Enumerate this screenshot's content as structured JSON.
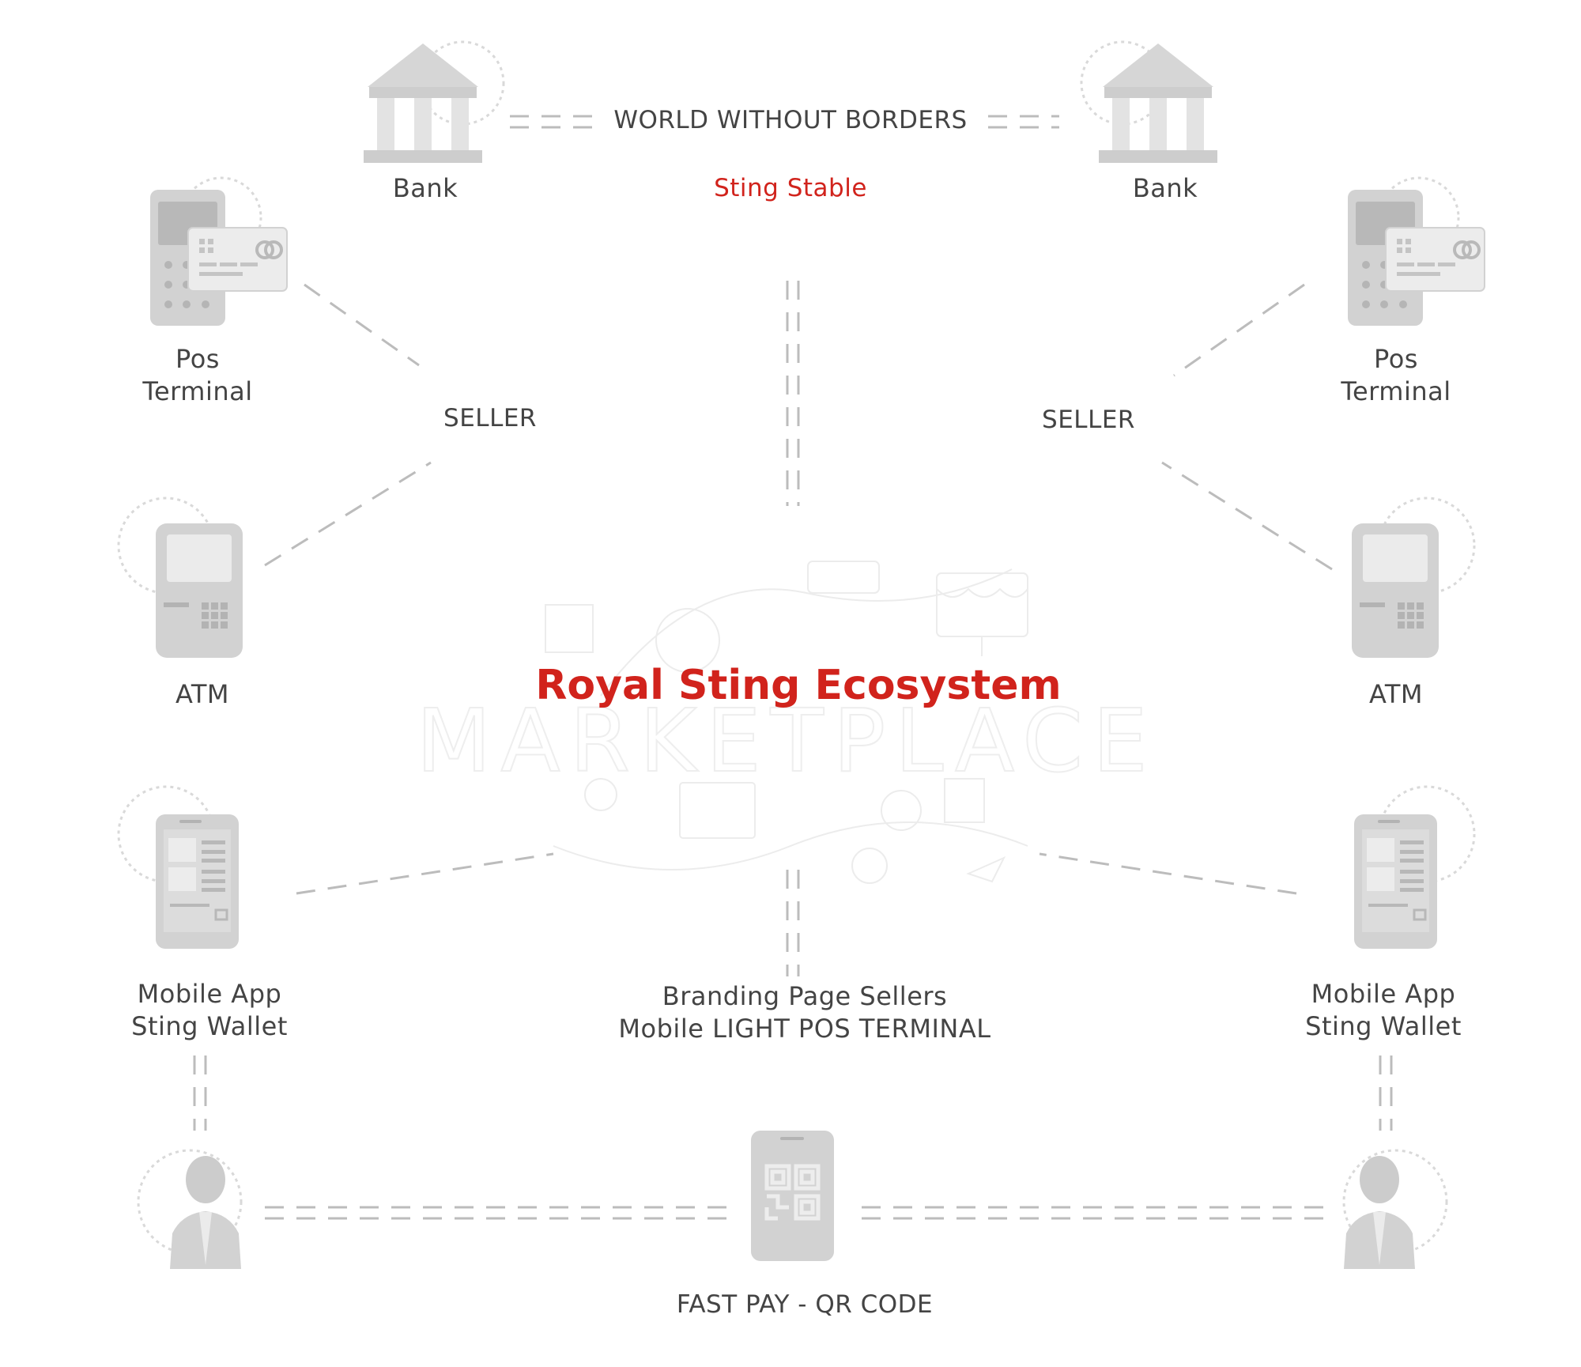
{
  "title": "Royal Sting Ecosystem",
  "watermark": "MARKETPLACE",
  "top_banner": "WORLD WITHOUT BORDERS",
  "subtitle": "Sting Stable",
  "bank_label": "Bank",
  "pos_label": [
    "Pos",
    "Terminal"
  ],
  "seller_label": "SELLER",
  "atm_label": "ATM",
  "mobile_label": [
    "Mobile App",
    "Sting Wallet"
  ],
  "center_bottom_label": [
    "Branding Page Sellers",
    "Mobile LIGHT POS TERMINAL"
  ],
  "fast_pay_label": "FAST PAY - QR CODE",
  "colors": {
    "accent": "#d1231c",
    "text": "#444444",
    "icon": "#d9d9d9",
    "icon_dark": "#bdbdbd",
    "dash": "#bcbcbc"
  },
  "icons": [
    "bank-icon",
    "pos-terminal-icon",
    "atm-icon",
    "mobile-app-icon",
    "user-icon",
    "qr-phone-icon"
  ]
}
